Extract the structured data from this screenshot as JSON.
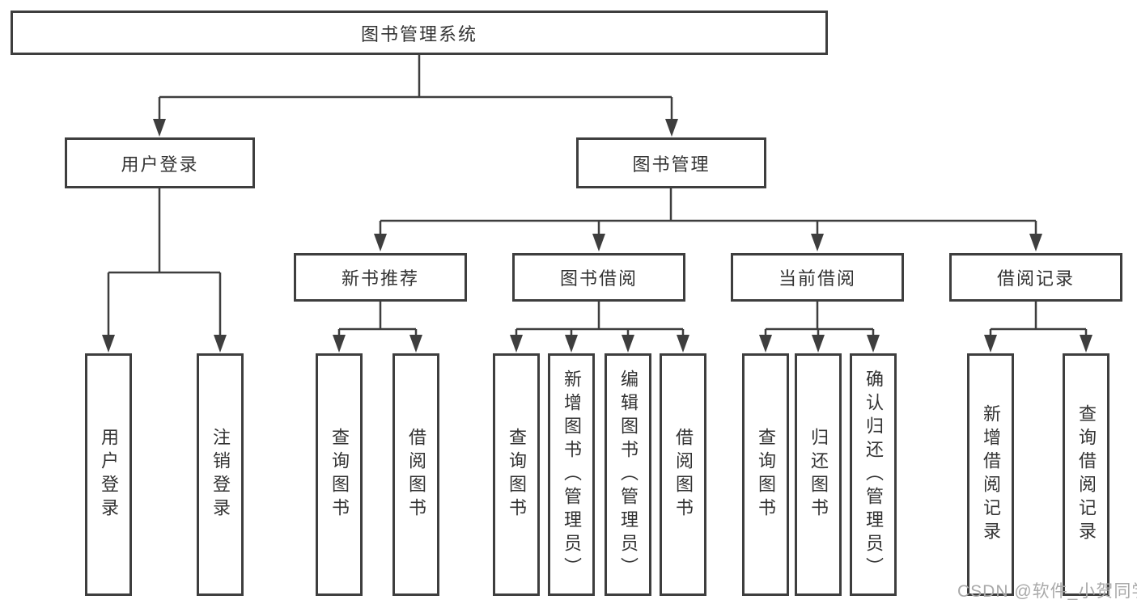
{
  "diagram": {
    "title": "图书管理系统",
    "root": {
      "label": "图书管理系统"
    },
    "branches": [
      {
        "label": "用户登录"
      },
      {
        "label": "图书管理"
      }
    ],
    "modules": [
      {
        "label": "新书推荐",
        "parent": "图书管理"
      },
      {
        "label": "图书借阅",
        "parent": "图书管理"
      },
      {
        "label": "当前借阅",
        "parent": "图书管理"
      },
      {
        "label": "借阅记录",
        "parent": "图书管理"
      }
    ],
    "leaves": [
      {
        "label": "用户登录",
        "parent": "用户登录"
      },
      {
        "label": "注销登录",
        "parent": "用户登录"
      },
      {
        "label": "查询图书",
        "parent": "新书推荐"
      },
      {
        "label": "借阅图书",
        "parent": "新书推荐"
      },
      {
        "label": "查询图书",
        "parent": "图书借阅"
      },
      {
        "label": "新增图书（管理员）",
        "parent": "图书借阅"
      },
      {
        "label": "编辑图书（管理员）",
        "parent": "图书借阅"
      },
      {
        "label": "借阅图书",
        "parent": "图书借阅"
      },
      {
        "label": "查询图书",
        "parent": "当前借阅"
      },
      {
        "label": "归还图书",
        "parent": "当前借阅"
      },
      {
        "label": "确认归还（管理员）",
        "parent": "当前借阅"
      },
      {
        "label": "新增借阅记录",
        "parent": "借阅记录"
      },
      {
        "label": "查询借阅记录",
        "parent": "借阅记录"
      }
    ]
  },
  "watermark": {
    "text": "CSDN @软件_小贺同学"
  },
  "colors": {
    "line": "#3e3e3e",
    "text": "#333333",
    "background": "#ffffff",
    "watermark": "#a9a9a9"
  }
}
